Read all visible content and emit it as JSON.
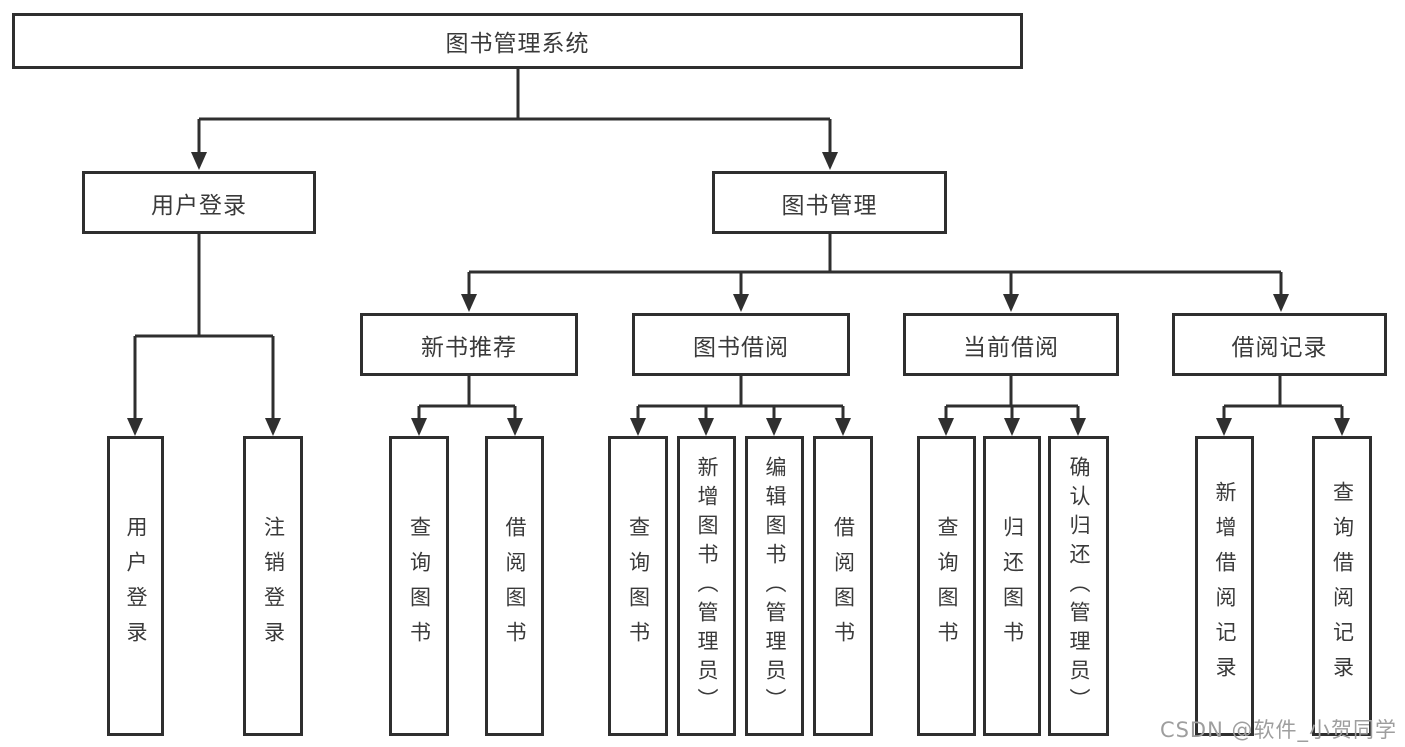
{
  "colors": {
    "line": "#2f2f2f",
    "text": "#3a3a3a",
    "watermark_gray": "#9e9e9e",
    "background": "#ffffff"
  },
  "watermark": {
    "text": "CSDN @软件_小贺同学"
  },
  "tree": {
    "label": "图书管理系统",
    "children": [
      {
        "label": "用户登录",
        "children": [
          {
            "label": "用户登录"
          },
          {
            "label": "注销登录"
          }
        ]
      },
      {
        "label": "图书管理",
        "children": [
          {
            "label": "新书推荐",
            "children": [
              {
                "label": "查询图书"
              },
              {
                "label": "借阅图书"
              }
            ]
          },
          {
            "label": "图书借阅",
            "children": [
              {
                "label": "查询图书"
              },
              {
                "label": "新增图书（管理员）"
              },
              {
                "label": "编辑图书（管理员）"
              },
              {
                "label": "借阅图书"
              }
            ]
          },
          {
            "label": "当前借阅",
            "children": [
              {
                "label": "查询图书"
              },
              {
                "label": "归还图书"
              },
              {
                "label": "确认归还（管理员）"
              }
            ]
          },
          {
            "label": "借阅记录",
            "children": [
              {
                "label": "新增借阅记录"
              },
              {
                "label": "查询借阅记录"
              }
            ]
          }
        ]
      }
    ]
  }
}
